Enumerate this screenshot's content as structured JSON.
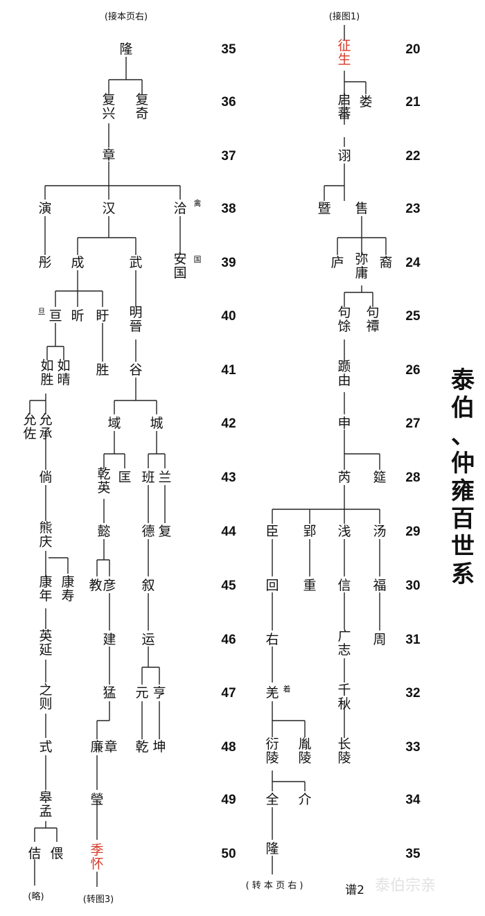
{
  "title": "泰伯、仲雍百世系",
  "page_label": "谱2",
  "watermark": "泰伯宗亲",
  "notes": {
    "left_top": "(接本页右)",
    "right_top": "(接图1)",
    "left_bottom_1": "(略)",
    "left_bottom_2": "(转图3)",
    "right_bottom": "( 转 本 页 右 )"
  },
  "generations": {
    "left": [
      "35",
      "36",
      "37",
      "38",
      "39",
      "40",
      "41",
      "42",
      "43",
      "44",
      "45",
      "46",
      "47",
      "48",
      "49",
      "50"
    ],
    "right": [
      "20",
      "21",
      "22",
      "23",
      "24",
      "25",
      "26",
      "27",
      "28",
      "29",
      "30",
      "31",
      "32",
      "33",
      "34",
      "35"
    ]
  },
  "names": {
    "long": "隆",
    "fuxing": "复兴",
    "fuqi": "复奇",
    "zhang": "章",
    "yan": "演",
    "han": "汉",
    "qia": "洽",
    "biao": "彤",
    "cheng": "成",
    "wu": "武",
    "anguo": "安国",
    "xuan": "亘",
    "xin": "昕",
    "xu": "盱",
    "minggu": "明晉",
    "rusheng": "如胜",
    "ruqing": "如晴",
    "sheng41": "胜",
    "gu": "谷",
    "yunzuo": "允佐",
    "yuncheng": "允承",
    "yu42": "域",
    "cheng42": "城",
    "chang": "倘",
    "qianying": "乾英",
    "kuang": "匡",
    "ban": "班",
    "lan": "兰",
    "xiongqing": "熊庆",
    "yi44": "懿",
    "de": "德",
    "fu44": "复",
    "kangnian": "康年",
    "kangshou": "康寿",
    "jiao": "教",
    "yan45": "彦",
    "xu45": "叙",
    "yingyan": "英延",
    "jian": "建",
    "yun46": "运",
    "zhize": "之则",
    "meng": "猛",
    "yuan": "元",
    "heng": "亨",
    "shi": "式",
    "lian": "廉",
    "zhang48": "章",
    "qian48": "乾",
    "kun": "坤",
    "gaomeng": "皋孟",
    "ying49": "瑩",
    "jie": "佶",
    "wei": "偎",
    "jihuai": "季怀",
    "zhengsheng": "征生",
    "qifan": "启蕃",
    "lou": "娄",
    "xu22": "诩",
    "ji23": "暨",
    "shou": "售",
    "lu": "庐",
    "miyong": "弥庸",
    "yu24": "裔",
    "juyu": "句馀",
    "jutan": "句禫",
    "zhouyou": "踬由",
    "shen": "申",
    "qu": "芮",
    "ting": "筵",
    "chen": "臣",
    "yi29": "郢",
    "jian29": "浅",
    "tang": "汤",
    "hui": "回",
    "zhong": "重",
    "xin30": "信",
    "fu30": "福",
    "you": "右",
    "guangzhi": "广志",
    "zhou": "周",
    "qiang": "羌",
    "qianqiu": "千秋",
    "yanling": "衍陵",
    "guiling": "胤陵",
    "changling": "长陵",
    "quan": "全",
    "jie34": "介",
    "long35": "隆"
  },
  "annotations": {
    "qia_alt": "禽",
    "anguo_alt": "国",
    "xuan_alt": "旦",
    "qiang_alt": "着"
  }
}
